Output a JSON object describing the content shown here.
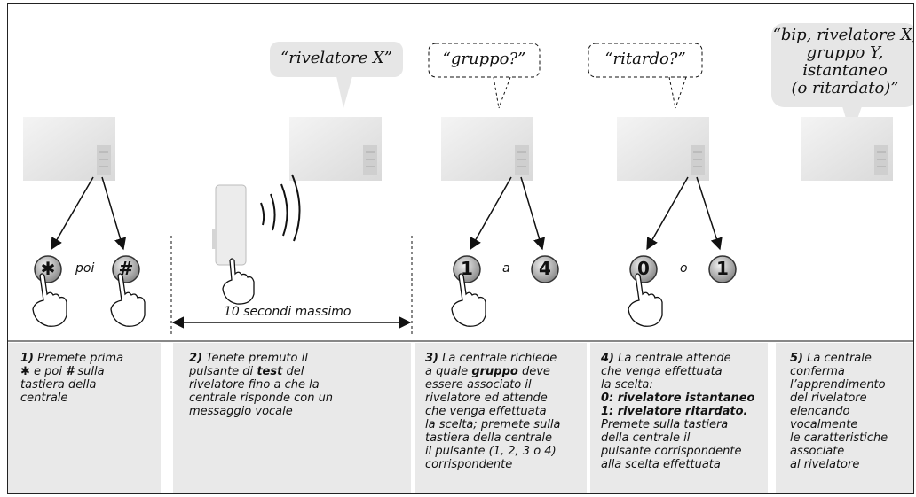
{
  "speech": {
    "s2": "“rivelatore X”",
    "s3": "“gruppo?”",
    "s4": "“ritardo?”",
    "s5_l1": "“bip, rivelatore X,",
    "s5_l2": "gruppo Y,",
    "s5_l3": "istantaneo",
    "s5_l4": "(o ritardato)”"
  },
  "keys": {
    "star": "✱",
    "hash": "#",
    "g1": "1",
    "g4": "4",
    "r0": "0",
    "r1": "1"
  },
  "connectors": {
    "poi": "poi",
    "a": "a",
    "o": "o"
  },
  "timer_label": "10 secondi massimo",
  "steps": [
    {
      "num": "1)",
      "lines": [
        "Premete prima",
        "e poi",
        "sulla",
        "tastiera della",
        "centrale"
      ],
      "star": "✱",
      "hash": "#"
    },
    {
      "num": "2)",
      "pre": "Tenete premuto il",
      "l2a": "pulsante di",
      "bold": "test",
      "l2b": "del",
      "rest": [
        "rivelatore fino a che la",
        "centrale risponde con un",
        "messaggio vocale"
      ]
    },
    {
      "num": "3)",
      "l1": "La centrale richiede",
      "l2a": "a quale",
      "bold": "gruppo",
      "l2b": "deve",
      "rest": [
        "essere associato il",
        "rivelatore ed attende",
        "che venga effettuata",
        "la scelta; premete sulla",
        "tastiera della centrale",
        "il pulsante (1, 2, 3 o 4)",
        "corrispondente"
      ]
    },
    {
      "num": "4)",
      "l1": "La centrale attende",
      "l2": "che venga effettuata",
      "l3": "la scelta:",
      "opt0": "0: rivelatore istantaneo",
      "opt1": "1: rivelatore ritardato.",
      "rest": [
        "Premete sulla tastiera",
        "della centrale il",
        "pulsante corrispondente",
        "alla scelta effettuata"
      ]
    },
    {
      "num": "5)",
      "l1": "La centrale",
      "rest": [
        "conferma",
        "l’apprendimento",
        "del rivelatore",
        "elencando",
        "vocalmente",
        "le caratteristiche",
        "associate",
        "al rivelatore"
      ]
    }
  ]
}
